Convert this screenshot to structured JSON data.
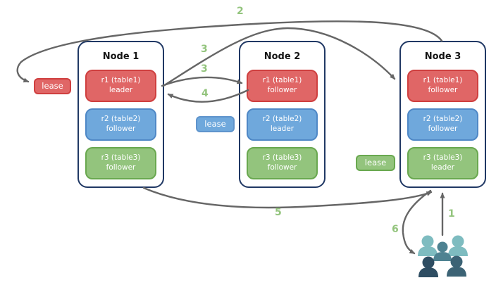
{
  "nodes": [
    {
      "title": "Node 1",
      "replicas": [
        {
          "name": "r1 (table1)",
          "role": "leader",
          "color": "#e06666"
        },
        {
          "name": "r2 (table2)",
          "role": "follower",
          "color": "#6fa8dc"
        },
        {
          "name": "r3 (table3)",
          "role": "follower",
          "color": "#93c47d"
        }
      ]
    },
    {
      "title": "Node 2",
      "replicas": [
        {
          "name": "r1 (table1)",
          "role": "follower",
          "color": "#e06666"
        },
        {
          "name": "r2 (table2)",
          "role": "leader",
          "color": "#6fa8dc"
        },
        {
          "name": "r3 (table3)",
          "role": "follower",
          "color": "#93c47d"
        }
      ]
    },
    {
      "title": "Node 3",
      "replicas": [
        {
          "name": "r1 (table1)",
          "role": "follower",
          "color": "#e06666"
        },
        {
          "name": "r2 (table2)",
          "role": "follower",
          "color": "#6fa8dc"
        },
        {
          "name": "r3 (table3)",
          "role": "leader",
          "color": "#93c47d"
        }
      ]
    }
  ],
  "leases": [
    {
      "label": "lease",
      "color": "#e06666"
    },
    {
      "label": "lease",
      "color": "#6fa8dc"
    },
    {
      "label": "lease",
      "color": "#93c47d"
    }
  ],
  "steps": {
    "s1": "1",
    "s2": "2",
    "s3a": "3",
    "s3b": "3",
    "s4": "4",
    "s5": "5",
    "s6": "6"
  },
  "icons": {
    "users": "users-group-icon"
  },
  "colors": {
    "node_border": "#203864",
    "arrow": "#666666",
    "step_label": "#93c47d",
    "replica_red": "#e06666",
    "replica_blue": "#6fa8dc",
    "replica_green": "#93c47d",
    "users_light": "#7ebcc0",
    "users_mid": "#4e8291",
    "users_dark_left": "#2e4d62",
    "users_dark_right": "#3c6375"
  }
}
